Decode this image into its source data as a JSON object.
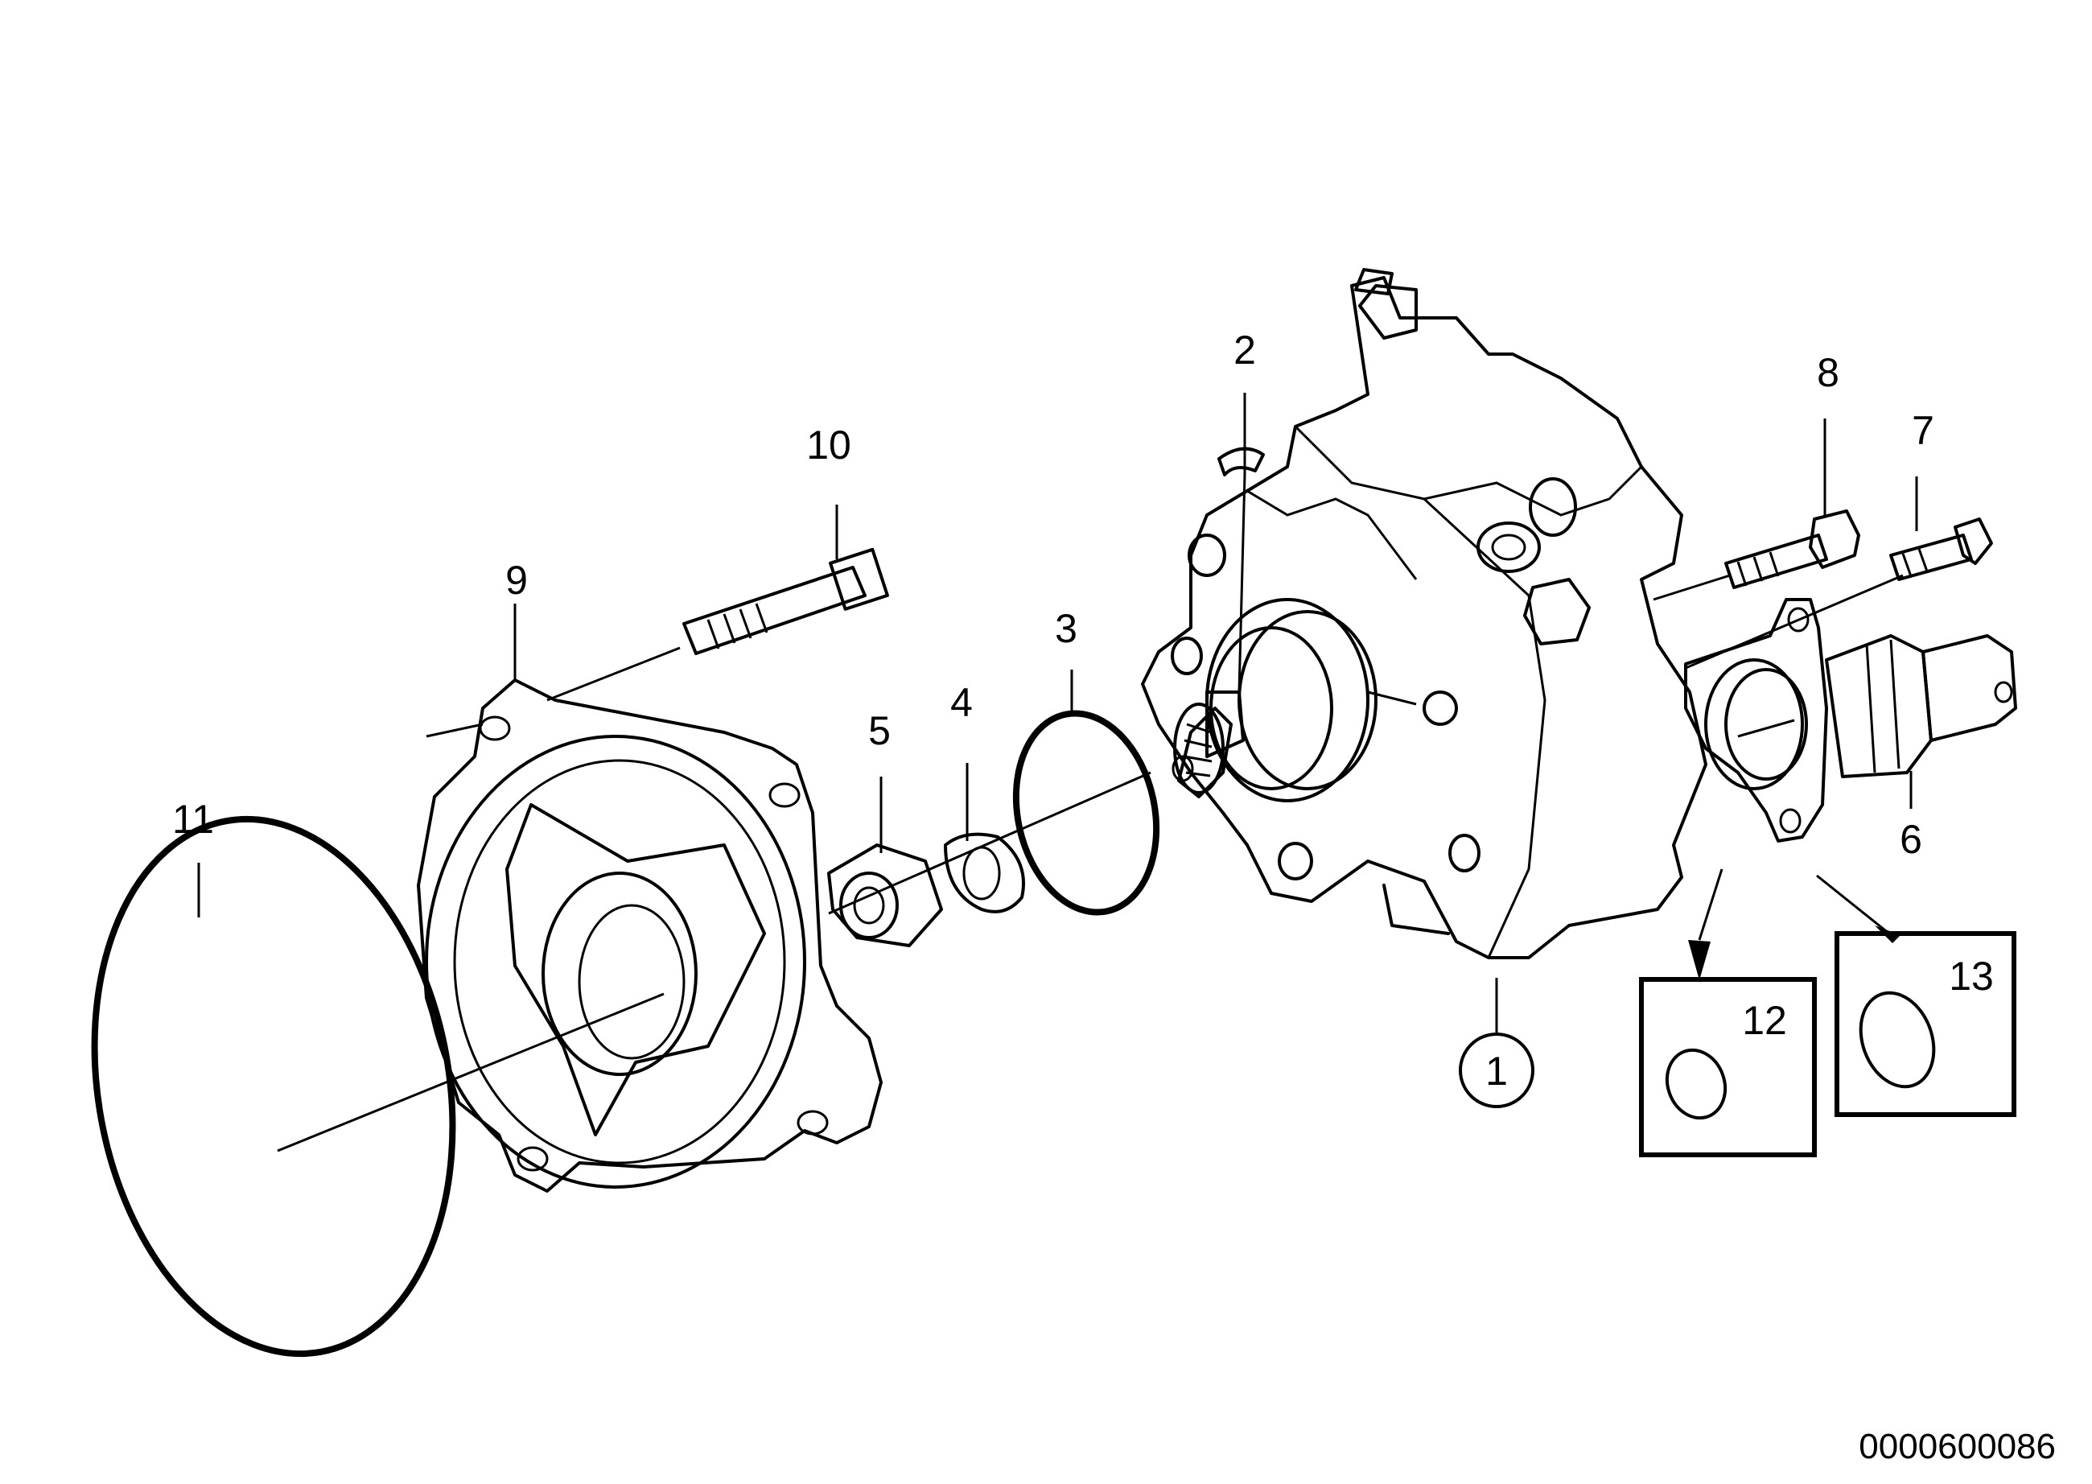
{
  "diagram": {
    "callouts": [
      {
        "id": "1",
        "text": "1"
      },
      {
        "id": "2",
        "text": "2"
      },
      {
        "id": "3",
        "text": "3"
      },
      {
        "id": "4",
        "text": "4"
      },
      {
        "id": "5",
        "text": "5"
      },
      {
        "id": "6",
        "text": "6"
      },
      {
        "id": "7",
        "text": "7"
      },
      {
        "id": "8",
        "text": "8"
      },
      {
        "id": "9",
        "text": "9"
      },
      {
        "id": "10",
        "text": "10"
      },
      {
        "id": "11",
        "text": "11"
      },
      {
        "id": "12",
        "text": "12"
      },
      {
        "id": "13",
        "text": "13"
      }
    ],
    "reference_code": "0000600086"
  }
}
